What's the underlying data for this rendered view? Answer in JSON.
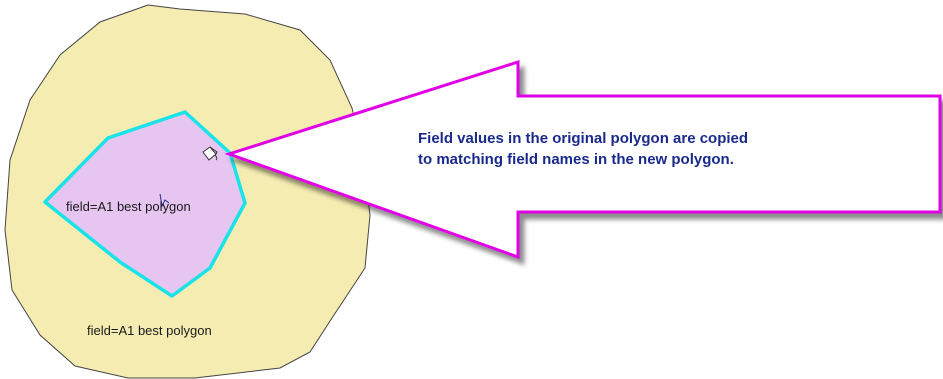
{
  "diagram": {
    "original_polygon": {
      "label": "field=A1 best polygon",
      "fill_color": "#f5ecb2",
      "stroke_color": "#444444"
    },
    "new_polygon": {
      "label": "field=A1 best polygon",
      "fill_color": "#e6c5f0",
      "stroke_color": "#19e3e8"
    },
    "callout": {
      "line1": "Field values in the original polygon are copied",
      "line2": "to matching field names in the new polygon.",
      "text_color": "#1a2a8c",
      "border_color": "#e100e6",
      "shadow_color": "#9a9a9a"
    },
    "cursor_icon": "paint-bucket-icon"
  }
}
